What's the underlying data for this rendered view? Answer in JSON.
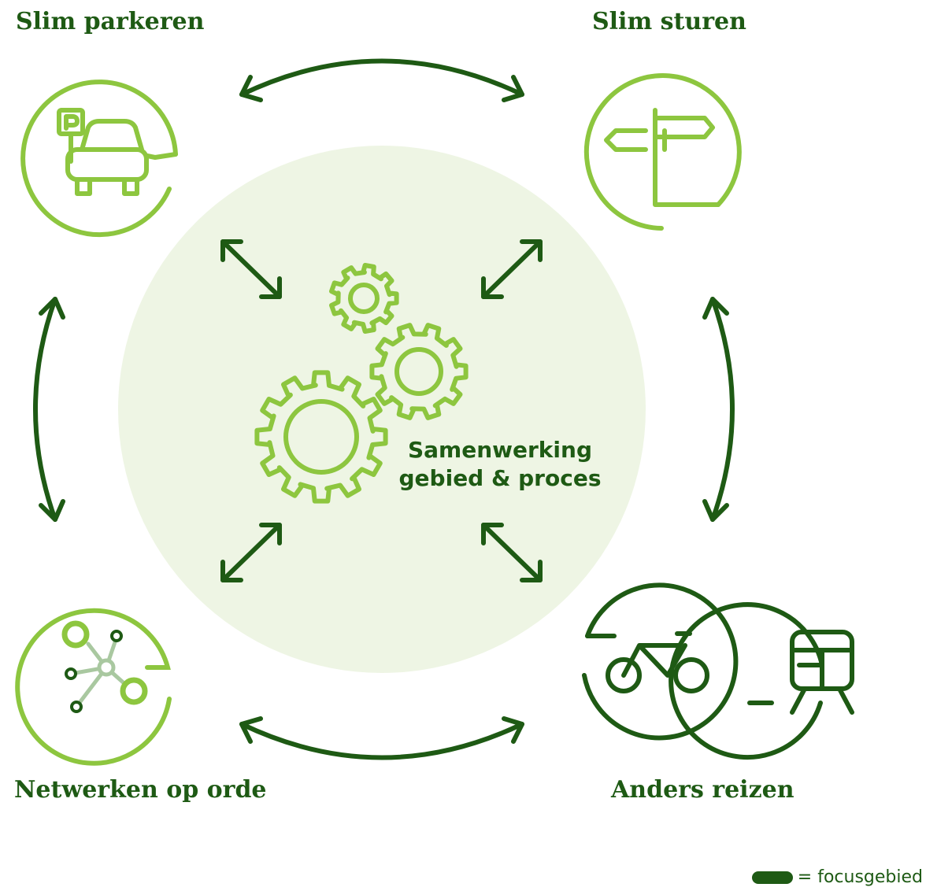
{
  "colors": {
    "light_green": "#8dc63f",
    "dark_green": "#1e5a14",
    "pale_green": "#eef5e4",
    "node_gray": "#a9c8a0"
  },
  "diagram": {
    "center": {
      "title": "Samenwerking\ngebied & proces",
      "icon": "gears-icon"
    },
    "nodes": [
      {
        "id": "parkeren",
        "label": "Slim parkeren",
        "icon": "car-parking-icon",
        "focus": false
      },
      {
        "id": "sturen",
        "label": "Slim sturen",
        "icon": "signpost-icon",
        "focus": false
      },
      {
        "id": "netwerken",
        "label": "Netwerken op orde",
        "icon": "network-icon",
        "focus": false
      },
      {
        "id": "reizen",
        "label": "Anders reizen",
        "icon": "bicycle-train-icon",
        "focus": true
      }
    ]
  },
  "legend": {
    "text": "= focusgebied"
  }
}
